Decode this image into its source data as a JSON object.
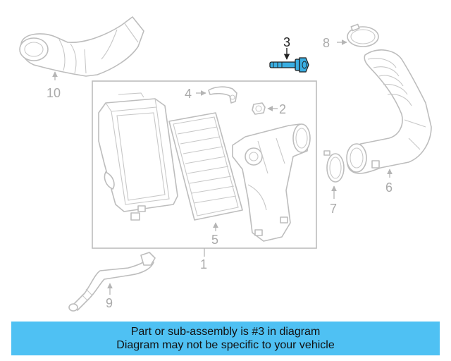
{
  "callouts": {
    "c1": "1",
    "c2": "2",
    "c3": "3",
    "c4": "4",
    "c5": "5",
    "c6": "6",
    "c7": "7",
    "c8": "8",
    "c9": "9",
    "c10": "10"
  },
  "highlight_color": "#2aa7e0",
  "banner": {
    "line1": "Part or sub-assembly is #3 in diagram",
    "line2": "Diagram may not be specific to your vehicle",
    "background": "#4fc1f3"
  }
}
